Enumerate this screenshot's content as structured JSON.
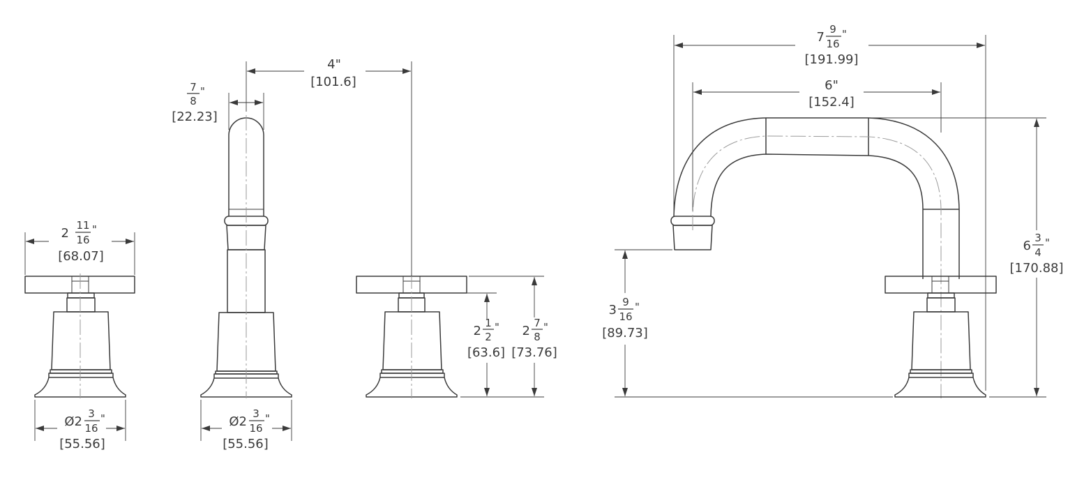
{
  "dimensions": {
    "handle_width": {
      "whole": "2",
      "num": "11",
      "den": "16",
      "unit": "\"",
      "metric": "[68.07]"
    },
    "handle_base": {
      "prefix": "Ø2",
      "num": "3",
      "den": "16",
      "unit": "\"",
      "metric": "[55.56]"
    },
    "spout_base": {
      "prefix": "Ø2",
      "num": "3",
      "den": "16",
      "unit": "\"",
      "metric": "[55.56]"
    },
    "spout_diameter": {
      "num": "7",
      "den": "8",
      "unit": "\"",
      "metric": "[22.23]"
    },
    "spout_to_handle": {
      "label": "4\"",
      "metric": "[101.6]"
    },
    "handle_body_height": {
      "whole": "2",
      "num": "1",
      "den": "2",
      "unit": "\"",
      "metric": "[63.6]"
    },
    "handle_total_height": {
      "whole": "2",
      "num": "7",
      "den": "8",
      "unit": "\"",
      "metric": "[73.76]"
    },
    "spout_reach_outer": {
      "whole": "7",
      "num": "9",
      "den": "16",
      "unit": "\"",
      "metric": "[191.99]"
    },
    "spout_reach": {
      "label": "6\"",
      "metric": "[152.4]"
    },
    "spout_outlet_height": {
      "whole": "3",
      "num": "9",
      "den": "16",
      "unit": "\"",
      "metric": "[89.73]"
    },
    "spout_total_height": {
      "whole": "6",
      "num": "3",
      "den": "4",
      "unit": "\"",
      "metric": "[170.88]"
    }
  }
}
